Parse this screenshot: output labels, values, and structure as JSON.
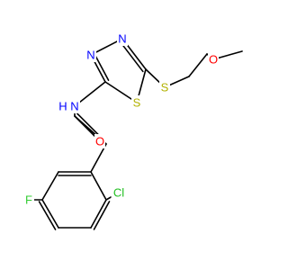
{
  "molecule": {
    "atoms": {
      "n_amide": {
        "symbol": "N",
        "color": "#0000ff"
      },
      "h_amide": {
        "symbol": "H",
        "color": "#0000ff"
      },
      "o_carbonyl": {
        "symbol": "O",
        "color": "#ff0000"
      },
      "f": {
        "symbol": "F",
        "color": "#33cc33"
      },
      "cl": {
        "symbol": "Cl",
        "color": "#1fbe1f"
      },
      "n3": {
        "symbol": "N",
        "color": "#0000ff"
      },
      "n4": {
        "symbol": "N",
        "color": "#0000ff"
      },
      "s_ring": {
        "symbol": "S",
        "color": "#b2b200"
      },
      "s_thio": {
        "symbol": "S",
        "color": "#b2b200"
      },
      "o_ether": {
        "symbol": "O",
        "color": "#ff0000"
      }
    }
  }
}
